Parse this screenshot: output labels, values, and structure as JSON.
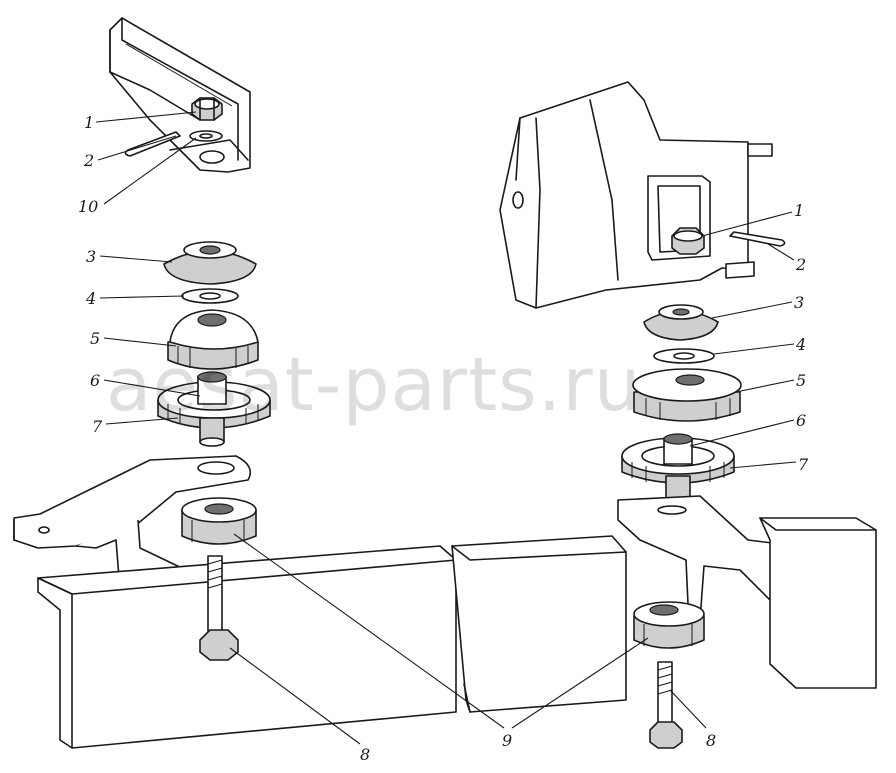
{
  "watermark": "aesat-parts.ru",
  "callouts": {
    "left": [
      {
        "id": "nut",
        "text": "1"
      },
      {
        "id": "cotter_pin",
        "text": "2"
      },
      {
        "id": "washer_top",
        "text": "10"
      },
      {
        "id": "cup_washer",
        "text": "3"
      },
      {
        "id": "flat_washer",
        "text": "4"
      },
      {
        "id": "upper_cushion",
        "text": "5"
      },
      {
        "id": "spacer_sleeve",
        "text": "6"
      },
      {
        "id": "lower_cushion",
        "text": "7"
      },
      {
        "id": "bolt",
        "text": "8"
      },
      {
        "id": "bottom_cushion",
        "text": "9"
      }
    ],
    "right": [
      {
        "id": "nut",
        "text": "1"
      },
      {
        "id": "cotter_pin",
        "text": "2"
      },
      {
        "id": "cup_washer",
        "text": "3"
      },
      {
        "id": "flat_washer",
        "text": "4"
      },
      {
        "id": "upper_cushion",
        "text": "5"
      },
      {
        "id": "spacer_sleeve",
        "text": "6"
      },
      {
        "id": "lower_cushion",
        "text": "7"
      },
      {
        "id": "bolt",
        "text": "8"
      }
    ]
  },
  "colors": {
    "ink": "#1a1a1a",
    "paper": "#ffffff",
    "shade": "#cfcfcf"
  }
}
